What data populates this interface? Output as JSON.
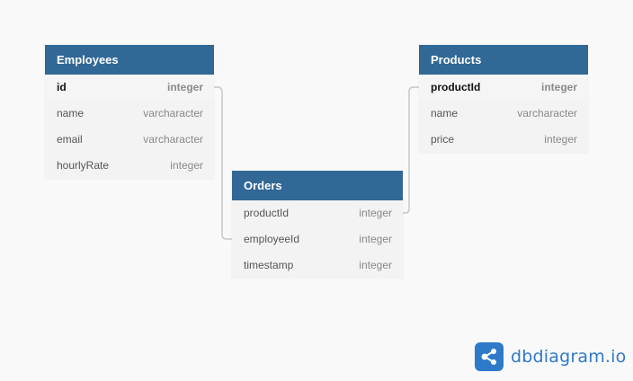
{
  "tables": {
    "employees": {
      "title": "Employees",
      "fields": [
        {
          "name": "id",
          "type": "integer"
        },
        {
          "name": "name",
          "type": "varcharacter"
        },
        {
          "name": "email",
          "type": "varcharacter"
        },
        {
          "name": "hourlyRate",
          "type": "integer"
        }
      ]
    },
    "orders": {
      "title": "Orders",
      "fields": [
        {
          "name": "productId",
          "type": "integer"
        },
        {
          "name": "employeeId",
          "type": "integer"
        },
        {
          "name": "timestamp",
          "type": "integer"
        }
      ]
    },
    "products": {
      "title": "Products",
      "fields": [
        {
          "name": "productId",
          "type": "integer"
        },
        {
          "name": "name",
          "type": "varcharacter"
        },
        {
          "name": "price",
          "type": "integer"
        }
      ]
    }
  },
  "logo": {
    "text": "dbdiagram.io",
    "color": "#2f79c9"
  },
  "colors": {
    "header": "#316896",
    "background": "#f9f9f9",
    "link": "#c8c8c8"
  }
}
